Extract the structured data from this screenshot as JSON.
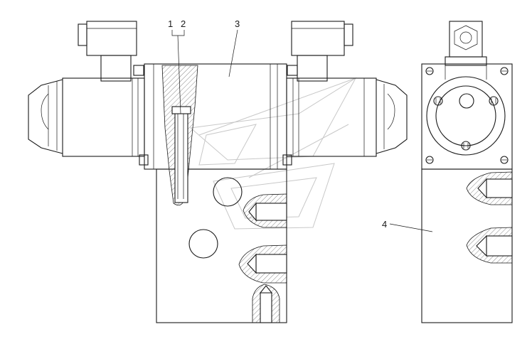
{
  "drawing": {
    "callouts": {
      "c1": "1",
      "c2": "2",
      "c3": "3",
      "c4": "4"
    }
  },
  "colors": {
    "line": "#1a1a1a",
    "background": "#ffffff",
    "watermark": "#c8c8c8"
  }
}
